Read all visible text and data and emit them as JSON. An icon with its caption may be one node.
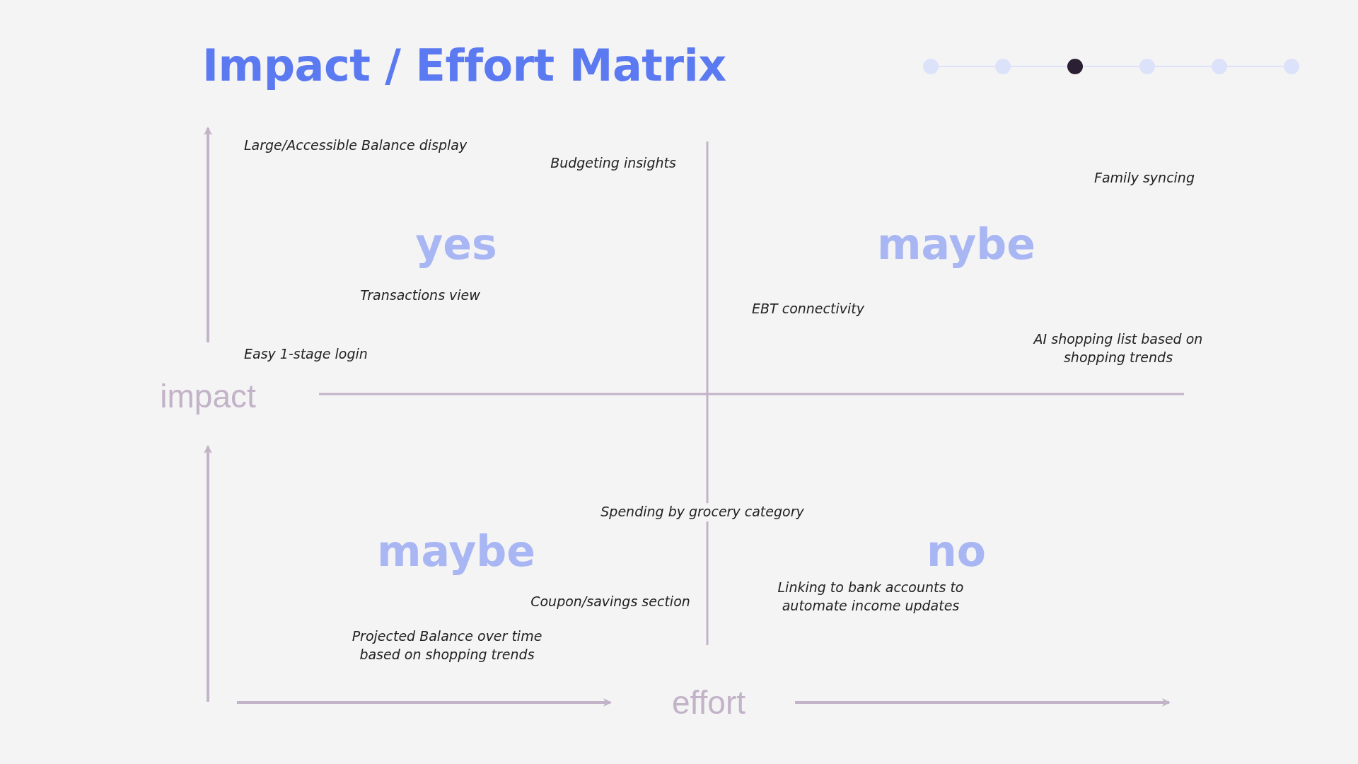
{
  "diagram": {
    "title": "Impact / Effort Matrix",
    "labels": [
      "Large/Accessible Balance display",
      "Budgeting insights",
      "Family syncing",
      "yes",
      "maybe",
      "Transactions view",
      "EBT connectivity",
      "AI shopping list based on shopping trends",
      "Easy 1-stage login",
      "impact",
      "Spending by grocery category",
      "maybe",
      "no",
      "Linking to bank accounts to automate income updates",
      "Coupon/savings section",
      "Projected Balance over time based on shopping trends",
      "effort"
    ]
  }
}
